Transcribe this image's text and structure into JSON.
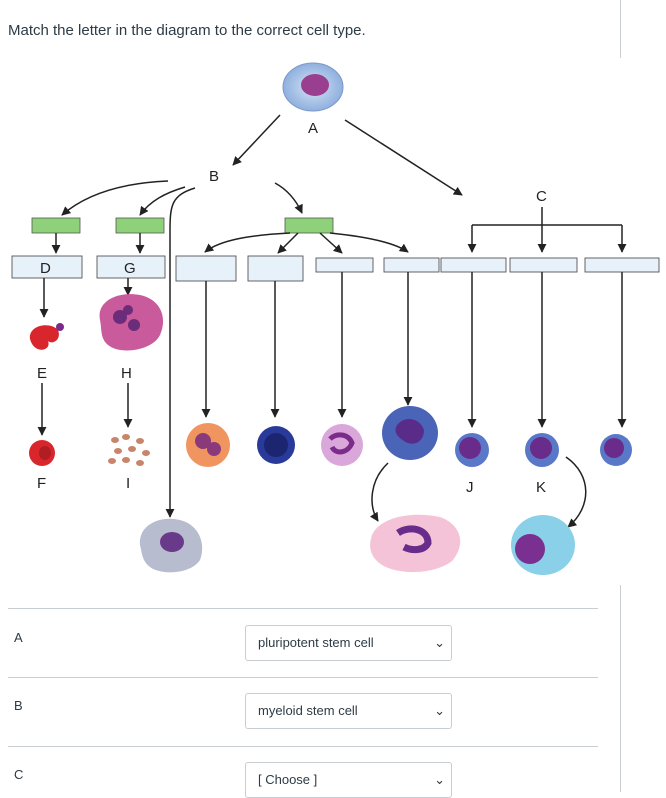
{
  "question": {
    "prompt": "Match the letter in the diagram to the correct cell type."
  },
  "diagram": {
    "letters": {
      "A": "A",
      "B": "B",
      "C": "C",
      "D": "D",
      "E": "E",
      "F": "F",
      "G": "G",
      "H": "H",
      "I": "I",
      "J": "J",
      "K": "K"
    }
  },
  "answers": [
    {
      "label": "A",
      "selected": "pluripotent stem cell"
    },
    {
      "label": "B",
      "selected": "myeloid stem cell"
    },
    {
      "label": "C",
      "selected": "[ Choose ]"
    }
  ],
  "colors": {
    "green_box": "#8fd17a",
    "blue_box": "#e6f1f9",
    "text": "#2d3b45",
    "border": "#c7cdd1"
  }
}
